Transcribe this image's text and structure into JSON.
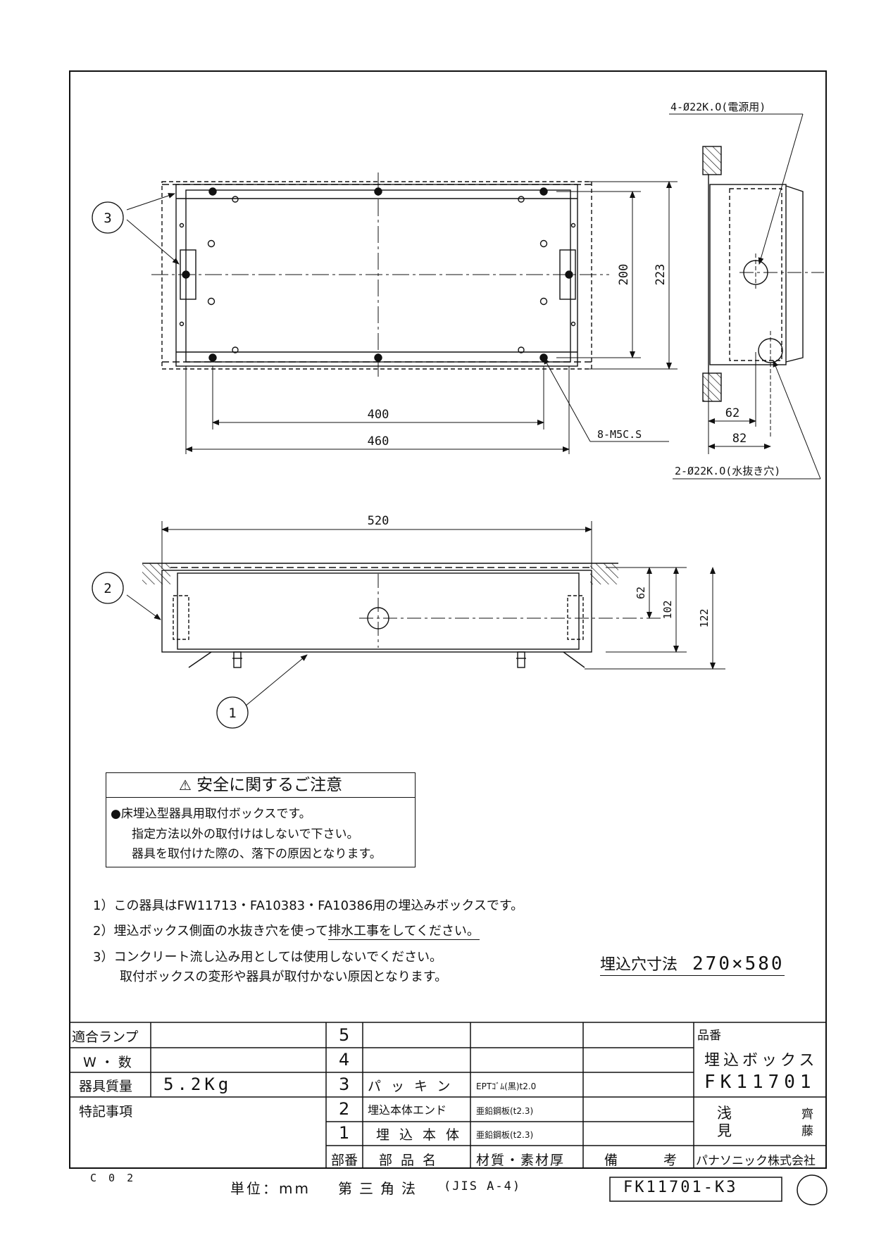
{
  "drawing": {
    "callouts": {
      "part3": "3",
      "part2": "2",
      "part1": "1",
      "power_holes": "4-Ø22K.O(電源用)",
      "drain_holes": "2-Ø22K.O(水抜き穴)",
      "screws": "8-M5C.S"
    },
    "dimensions": {
      "d400": "400",
      "d460": "460",
      "d200": "200",
      "d223": "223",
      "d62_side": "62",
      "d82": "82",
      "d520": "520",
      "d62_front": "62",
      "d102": "102",
      "d122": "122"
    }
  },
  "notice": {
    "title": "安全に関するご注意",
    "line1": "●床埋込型器具用取付ボックスです。",
    "line2": "指定方法以外の取付けはしないで下さい。",
    "line3": "器具を取付けた際の、落下の原因となります。"
  },
  "notes": {
    "n1": "1）この器具はFW11713・FA10383・FA10386用の埋込みボックスです。",
    "n2_prefix": "2）埋込ボックス側面の水抜き穴を使って",
    "n2_underlined": "排水工事をしてください。",
    "n3a": "3）コンクリート流し込み用としては使用しないでください。",
    "n3b": "取付ボックスの変形や器具が取付かない原因となります。",
    "hole_label": "埋込穴寸法",
    "hole_value": "270×580"
  },
  "title_block": {
    "lamp_label": "適合ランプ",
    "lamp_value": "",
    "watt_label": "W・数",
    "watt_value": "",
    "mass_label": "器具質量",
    "mass_value": "5.2Kg",
    "special_label": "特記事項",
    "parts": [
      {
        "no": "5",
        "name": "",
        "material": "",
        "remark": ""
      },
      {
        "no": "4",
        "name": "",
        "material": "",
        "remark": ""
      },
      {
        "no": "3",
        "name": "パッキン",
        "material": "EPTｺﾞﾑ(黒)t2.0",
        "remark": ""
      },
      {
        "no": "2",
        "name": "埋込本体エンド",
        "material": "亜鉛鋼板(t2.3)",
        "remark": ""
      },
      {
        "no": "1",
        "name": "埋込本体",
        "material": "亜鉛鋼板(t2.3)",
        "remark": ""
      }
    ],
    "header_no": "部番",
    "header_name": "部品名",
    "header_material": "材質・素材厚",
    "header_remark_a": "備",
    "header_remark_b": "考",
    "product_label": "品番",
    "product_name": "埋込ボックス",
    "product_code": "FK11701",
    "signer1_a": "浅",
    "signer1_b": "齊",
    "signer2_a": "見",
    "signer2_b": "藤",
    "company": "パナソニック株式会社"
  },
  "footer": {
    "revision": "C 0 2",
    "unit": "単位：mm",
    "projection": "第三角法",
    "standard": "(JIS A-4)",
    "drawing_no": "FK11701-K3"
  }
}
